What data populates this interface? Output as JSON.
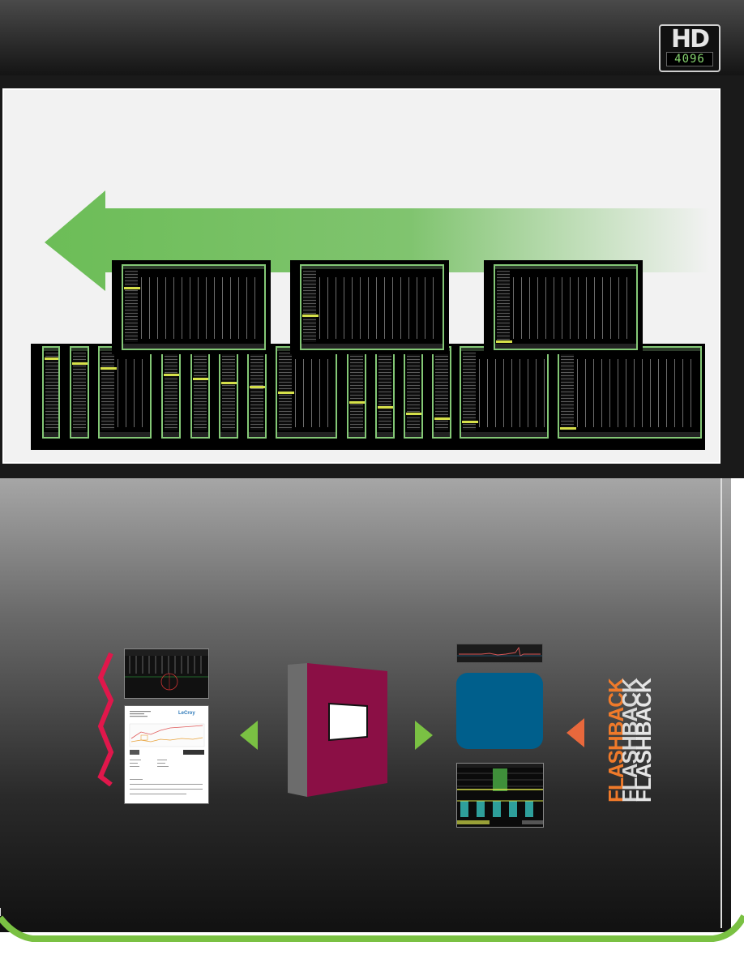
{
  "logo": {
    "letters": "HD",
    "number": "4096"
  },
  "flashback": {
    "line1": "FLASHBACK",
    "line2": "FLASHBACK",
    "line3": "FLASHBACK"
  },
  "report_thumbnail": {
    "brand": "LeCroy"
  },
  "colors": {
    "green": "#7ac143",
    "orange": "#e8683c",
    "maroon": "#8b0f45",
    "blue": "#005f8c",
    "scope_border": "#84c876",
    "highlight": "#d6e04a",
    "jagged": "#e0174b"
  },
  "icons": {
    "history_arrow": "large-left-arrow-icon",
    "book": "book-icon",
    "nav_left": "triangle-left-icon",
    "nav_right": "triangle-right-icon"
  }
}
